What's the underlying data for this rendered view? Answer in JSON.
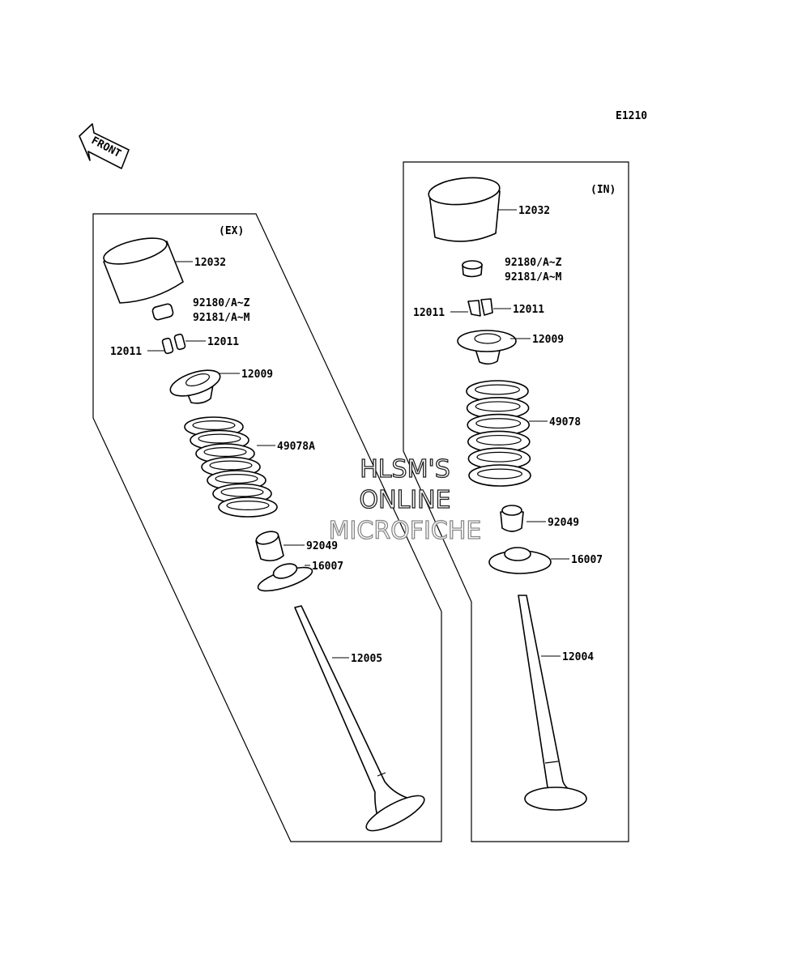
{
  "diagram_code": "E1210",
  "front_arrow": {
    "text": "FRONT",
    "icon": "front-arrow-icon"
  },
  "watermark": {
    "line1": "HLSM'S",
    "line2": "ONLINE",
    "line3": "MICROFICHE"
  },
  "exhaust": {
    "title": "(EX)",
    "labels": {
      "tappet": "12032",
      "shim_a": "92180/A~Z",
      "shim_b": "92181/A~M",
      "cotter_right": "12011",
      "cotter_left": "12011",
      "retainer": "12009",
      "spring": "49078A",
      "seal": "92049",
      "seat": "16007",
      "valve": "12005"
    }
  },
  "intake": {
    "title": "(IN)",
    "labels": {
      "tappet": "12032",
      "shim_a": "92180/A~Z",
      "shim_b": "92181/A~M",
      "cotter_left": "12011",
      "cotter_right": "12011",
      "retainer": "12009",
      "spring": "49078",
      "seal": "92049",
      "seat": "16007",
      "valve": "12004"
    }
  }
}
